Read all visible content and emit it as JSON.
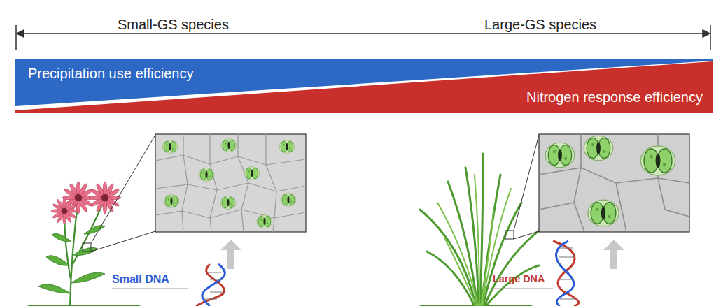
{
  "diagram": {
    "nodes": [
      {
        "text": [
          "Precipitation use efficiency"
        ]
      },
      {
        "text": [
          "Nitrogen response efficiency"
        ]
      }
    ],
    "labels": [
      "Small-GS species",
      "Large-GS species",
      "Small DNA",
      "Large DNA"
    ]
  }
}
